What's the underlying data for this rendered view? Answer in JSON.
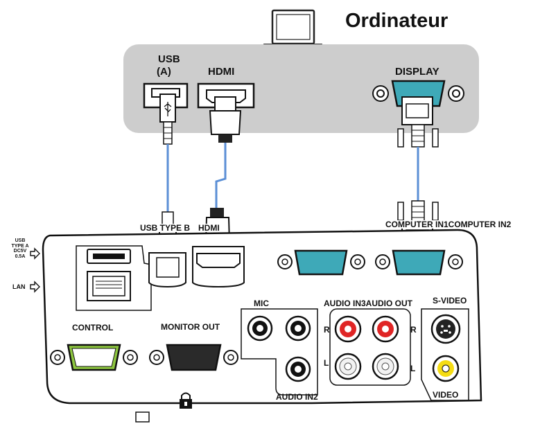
{
  "title": "Ordinateur",
  "computer_ports": {
    "usb_line1": "USB",
    "usb_line2": "(A)",
    "hdmi": "HDMI",
    "display": "DISPLAY"
  },
  "projector_ports": {
    "usb_type_b": "USB TYPE B",
    "hdmi": "HDMI",
    "computer_in": "COMPUTER IN1COMPUTER IN2",
    "usb_type_a_lines": [
      "USB",
      "TYPE A",
      "DC5V",
      "0.5A"
    ],
    "lan": "LAN",
    "control": "CONTROL",
    "monitor_out": "MONITOR OUT",
    "mic": "MIC",
    "audio_in2": "AUDIO IN2",
    "audio_in3_audio_out": "AUDIO IN3AUDIO OUT",
    "s_video": "S-VIDEO",
    "video": "VIDEO",
    "channel_r": "R",
    "channel_l": "L",
    "channel_r2": "R",
    "channel_l2": "L"
  },
  "colors": {
    "computer_panel": "#cdcdcd",
    "cable": "#5b8fd6",
    "vga_port": "#3ea9b8",
    "audio_red": "#e02525",
    "audio_white": "#f2f2f2",
    "video_yellow": "#f5dc14",
    "control_green": "#8dc63f"
  }
}
